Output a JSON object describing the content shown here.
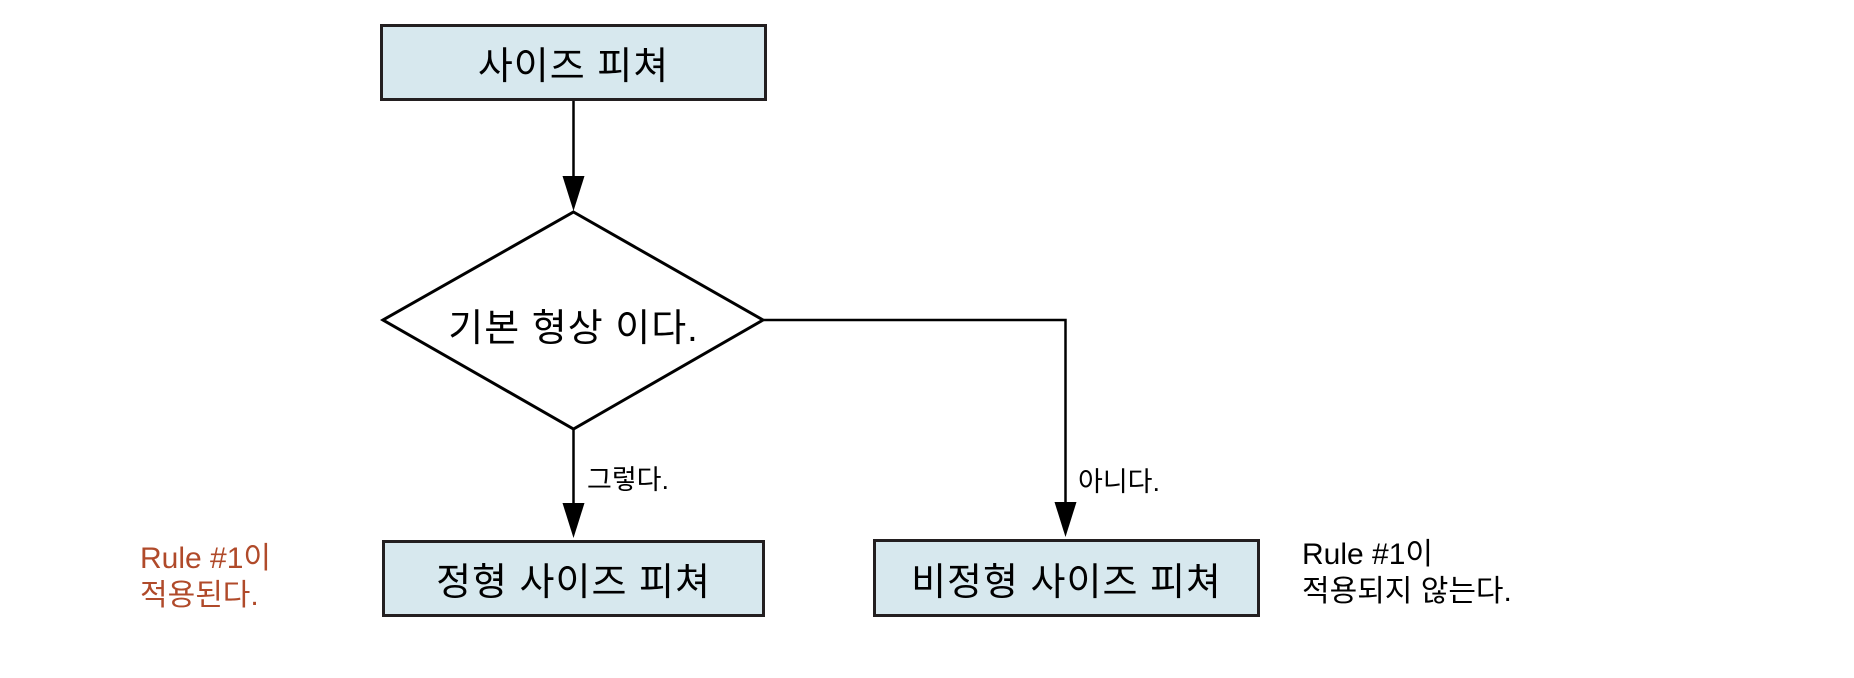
{
  "diagram": {
    "type": "flowchart",
    "background_color": "#ffffff",
    "colors": {
      "node_fill": "#d7e8ee",
      "node_border": "#231f20",
      "connector": "#000000",
      "diamond_fill": "#ffffff",
      "annotation_left_text": "#b04a2a",
      "annotation_right_text": "#000000"
    },
    "nodes": {
      "start": {
        "type": "process",
        "label": "사이즈 피쳐"
      },
      "decision": {
        "type": "decision",
        "label": "기본 형상 이다."
      },
      "yes_result": {
        "type": "process",
        "label": "정형 사이즈 피쳐"
      },
      "no_result": {
        "type": "process",
        "label": "비정형 사이즈 피쳐"
      }
    },
    "edges": {
      "start_to_decision": {
        "from": "start",
        "to": "decision",
        "label": ""
      },
      "decision_to_yes": {
        "from": "decision",
        "to": "yes_result",
        "label": "그렇다."
      },
      "decision_to_no": {
        "from": "decision",
        "to": "no_result",
        "label": "아니다."
      }
    },
    "annotations": {
      "left": {
        "line1": "Rule #1이",
        "line2": "적용된다.",
        "color": "#b04a2a"
      },
      "right": {
        "line1": "Rule #1이",
        "line2": "적용되지 않는다.",
        "color": "#000000"
      }
    }
  }
}
